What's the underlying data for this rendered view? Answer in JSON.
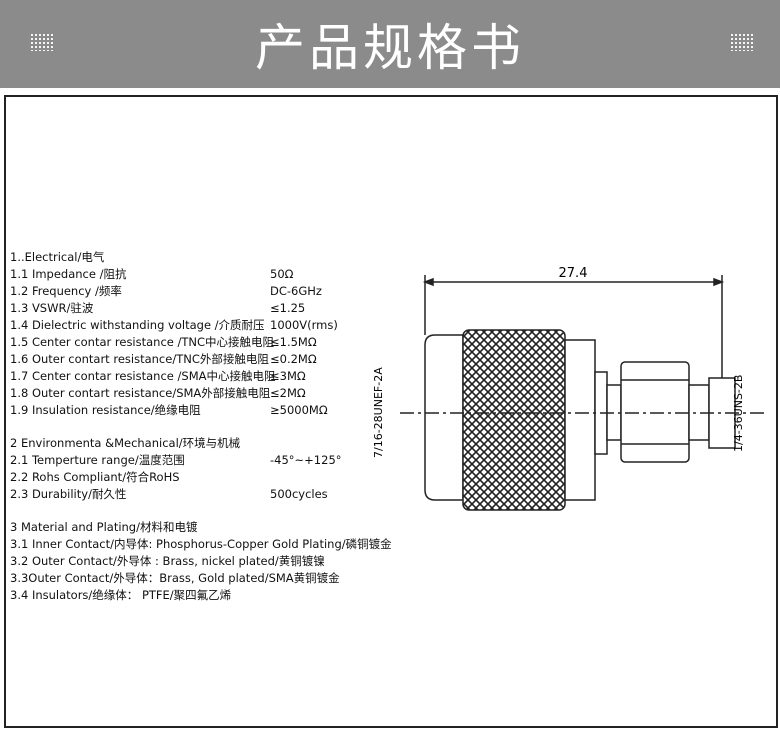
{
  "header": {
    "title": "产品规格书"
  },
  "electrical": {
    "heading": "1..Electrical/电气",
    "rows": [
      {
        "label": "1.1 Impedance  /阻抗",
        "value": "50Ω"
      },
      {
        "label": "1.2 Frequency /频率",
        "value": "DC-6GHz"
      },
      {
        "label": "1.3 VSWR/驻波",
        "value": "≤1.25"
      },
      {
        "label": "1.4 Dielectric withstanding voltage /介质耐压",
        "value": "1000V(rms)"
      },
      {
        "label": "1.5 Center contar resistance /TNC中心接触电阻",
        "value": "≤1.5MΩ"
      },
      {
        "label": "1.6 Outer contart resistance/TNC外部接触电阻",
        "value": "≤0.2MΩ"
      },
      {
        "label": "1.7 Center contar resistance /SMA中心接触电阻",
        "value": "≤3MΩ"
      },
      {
        "label": "1.8 Outer contart resistance/SMA外部接触电阻",
        "value": "≤2MΩ"
      },
      {
        "label": "1.9 Insulation  resistance/绝缘电阻",
        "value": "≥5000MΩ"
      }
    ]
  },
  "environment": {
    "heading": "2 Environmenta &Mechanical/环境与机械",
    "rows": [
      {
        "label": "2.1 Temperture range/温度范围",
        "value": "-45°~+125°"
      },
      {
        "label": "2.2 Rohs Compliant/符合RoHS",
        "value": ""
      },
      {
        "label": "2.3 Durability/耐久性",
        "value": "500cycles"
      }
    ]
  },
  "material": {
    "heading": "3 Material and Plating/材料和电镀",
    "rows": [
      "3.1 Inner Contact/内导体: Phosphorus-Copper Gold Plating/磷铜镀金",
      "3.2 Outer Contact/外导体 : Brass, nickel plated/黄铜镀镍",
      "3.3Outer Contact/外导体：Brass, Gold plated/SMA黄铜镀金",
      "3.4 Insulators/绝缘体： PTFE/聚四氟乙烯"
    ]
  },
  "drawing": {
    "dimension": "27.4",
    "left_thread": "7/16-28UNEF-2A",
    "right_thread": "1/4-36UNS-2B"
  }
}
